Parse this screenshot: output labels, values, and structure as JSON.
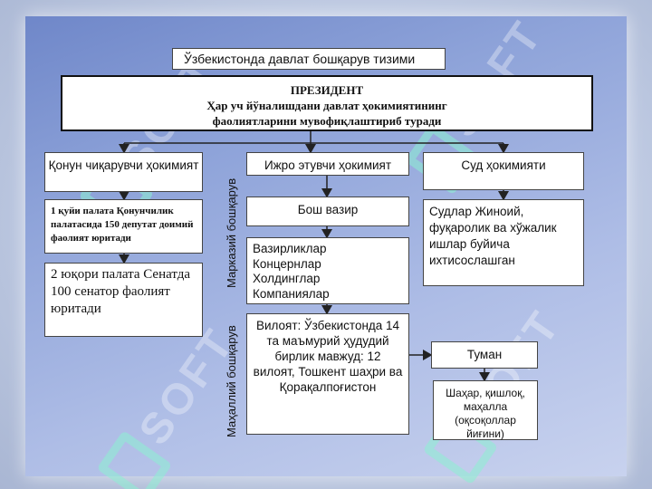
{
  "title": "Ўзбекистонда давлат бошқарув тизими",
  "president": {
    "heading": "ПРЕЗИДЕНТ",
    "line1": "Ҳар уч йўналишдани давлат ҳокимиятининг",
    "line2": "фаолиятларини мувофиқлаштириб туради"
  },
  "branches": {
    "legislative": "Қонун чиқарувчи ҳокимият",
    "executive": "Ижро этувчи ҳокимият",
    "judicial": "Суд ҳокимияти"
  },
  "legislative": {
    "chamber1": "1 қуйи палата  Қонунчилик палатасида 150 депутат доимий фаолият юритади",
    "chamber2": "2 юқори палата Сенатда 100 сенатор фаолият юритади"
  },
  "executive": {
    "pm": "Бош вазир",
    "ministries": [
      "Вазирликлар",
      "Концернлар",
      "Холдинглар",
      "Компаниялар"
    ],
    "region": "Вилоят: Ўзбекистонда 14 та маъмурий ҳудудий бирлик мавжуд: 12 вилоят, Тошкент шаҳри ва Қорақалпоғистон",
    "district": "Туман",
    "local": "Шаҳар, қишлоқ, маҳалла (оқсоқоллар йиғини)"
  },
  "judicial": {
    "courts": "Судлар Жиноий, фуқаролик ва хўжалик ишлар буйича ихтисослашган"
  },
  "side_labels": {
    "central": "Марказий бошқарув",
    "local": "Маҳаллий бошқарув"
  },
  "watermark": "SOFT",
  "colors": {
    "panel": "#8ea3d9",
    "box_border": "#444444",
    "watermark": "#8cf0d2"
  }
}
